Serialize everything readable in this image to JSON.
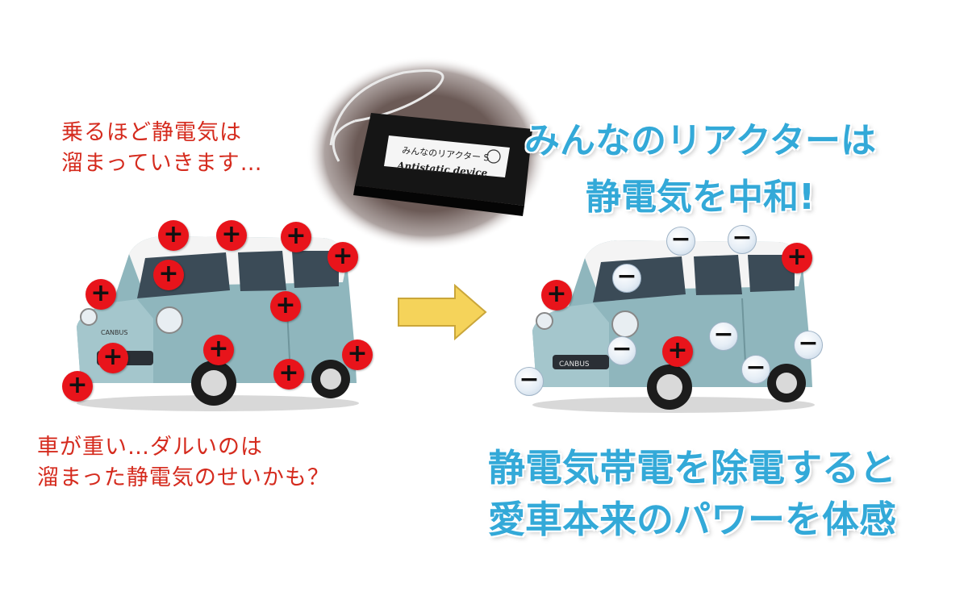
{
  "captions": {
    "top_left": "乗るほど静電気は\n溜まっていきます…",
    "bottom_left": "車が重い…ダルいのは\n溜まった静電気のせいかも？",
    "headline": "みんなのリアクターは\n静電気を中和!",
    "bottom_right": "静電気帯電を除電すると\n愛車本来のパワーを体感"
  },
  "device": {
    "label_line1": "みんなのリアクター S",
    "label_line2": "Antistatic device"
  },
  "car_badge": {
    "left": "CANBUS",
    "right": "CANBUS"
  },
  "charges": {
    "plus_symbol": "+",
    "minus_symbol": "−"
  },
  "colors": {
    "red_text": "#d52b1e",
    "blue_text": "#33a9d8",
    "plus": "#e8141b",
    "arrow": "#f5d35a",
    "car_body": "#8fb6bd"
  }
}
